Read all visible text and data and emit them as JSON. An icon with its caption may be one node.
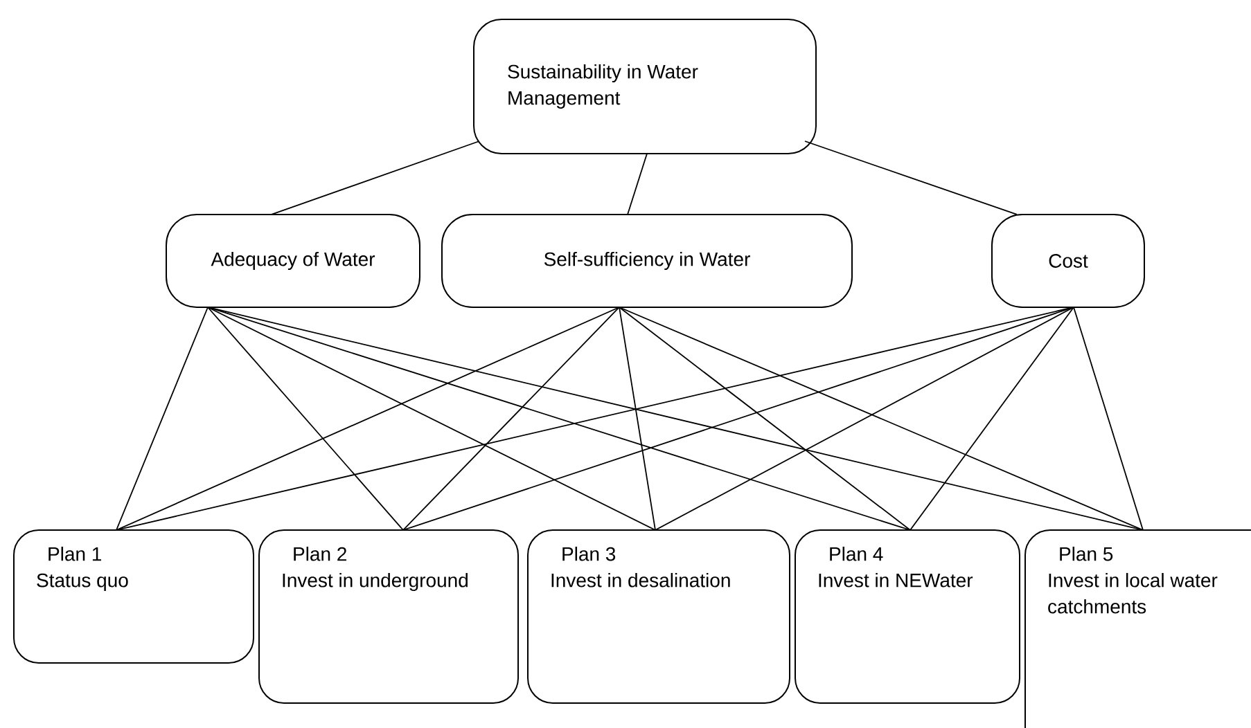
{
  "diagram": {
    "nodes": [
      {
        "text": [
          "Sustainability in Water Management"
        ]
      },
      {
        "text": [
          "Adequacy of Water"
        ]
      },
      {
        "text": [
          "Self-sufficiency in Water"
        ]
      },
      {
        "text": [
          "Cost"
        ]
      },
      {
        "text": [
          "Plan 1",
          "Status quo"
        ]
      },
      {
        "text": [
          "Plan 2",
          "Invest in underground"
        ]
      },
      {
        "text": [
          "Plan 3",
          "Invest in desalination"
        ]
      },
      {
        "text": [
          "Plan 4",
          "Invest in NEWater"
        ]
      },
      {
        "text": [
          "Plan 5",
          "Invest in local water catchments"
        ]
      }
    ],
    "edges": [
      {
        "from": 0,
        "to": 1,
        "arrow": "none"
      },
      {
        "from": 0,
        "to": 2,
        "arrow": "none"
      },
      {
        "from": 0,
        "to": 3,
        "arrow": "none"
      },
      {
        "from": 1,
        "to": 4,
        "arrow": "none"
      },
      {
        "from": 1,
        "to": 5,
        "arrow": "none"
      },
      {
        "from": 1,
        "to": 6,
        "arrow": "none"
      },
      {
        "from": 1,
        "to": 7,
        "arrow": "none"
      },
      {
        "from": 1,
        "to": 8,
        "arrow": "none"
      },
      {
        "from": 2,
        "to": 4,
        "arrow": "none"
      },
      {
        "from": 2,
        "to": 5,
        "arrow": "none"
      },
      {
        "from": 2,
        "to": 6,
        "arrow": "none"
      },
      {
        "from": 2,
        "to": 7,
        "arrow": "none"
      },
      {
        "from": 2,
        "to": 8,
        "arrow": "none"
      },
      {
        "from": 3,
        "to": 4,
        "arrow": "none"
      },
      {
        "from": 3,
        "to": 5,
        "arrow": "none"
      },
      {
        "from": 3,
        "to": 6,
        "arrow": "none"
      },
      {
        "from": 3,
        "to": 7,
        "arrow": "none"
      },
      {
        "from": 3,
        "to": 8,
        "arrow": "none"
      }
    ]
  }
}
